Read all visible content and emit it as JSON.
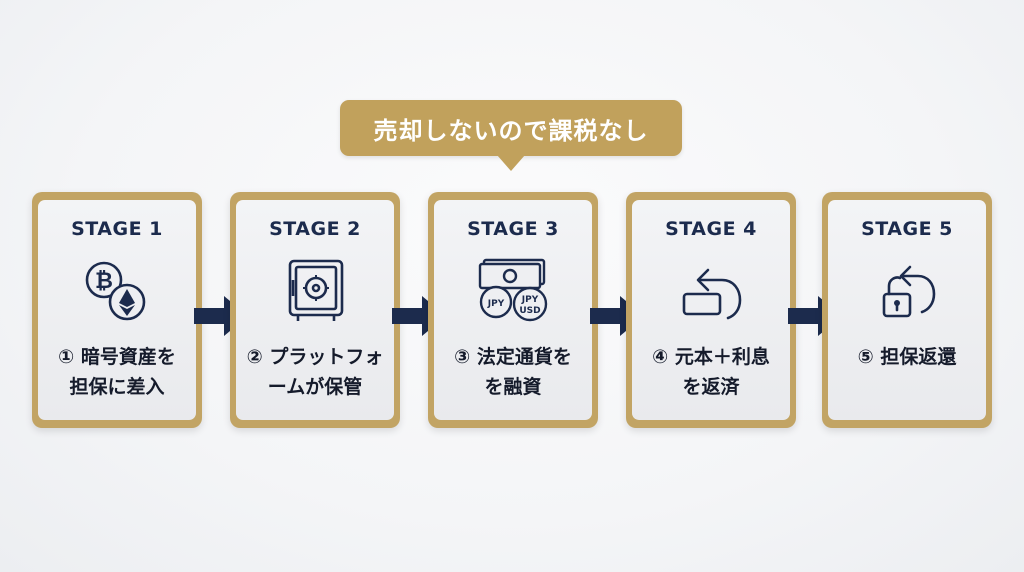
{
  "callout": {
    "text": "売却しないので課税なし"
  },
  "stages": [
    {
      "title": "STAGE 1",
      "label": "① 暗号資産を\n担保に差入",
      "icon": "crypto-coins-icon"
    },
    {
      "title": "STAGE 2",
      "label": "② プラットフォ\nームが保管",
      "icon": "safe-vault-icon"
    },
    {
      "title": "STAGE 3",
      "label": "③ 法定通貨を\nを融資",
      "icon": "fiat-currency-icon"
    },
    {
      "title": "STAGE 4",
      "label": "④ 元本＋利息\nを返済",
      "icon": "repayment-return-icon"
    },
    {
      "title": "STAGE 5",
      "label": "⑤ 担保返還",
      "icon": "unlock-return-icon"
    }
  ],
  "icon_text": {
    "coin_left": "JPY",
    "coin_right_top": "JPY",
    "coin_right_bottom": "USD"
  },
  "colors": {
    "navy": "#1c2b4d",
    "gold": "#c1a15c",
    "card": "#eeeff2"
  }
}
